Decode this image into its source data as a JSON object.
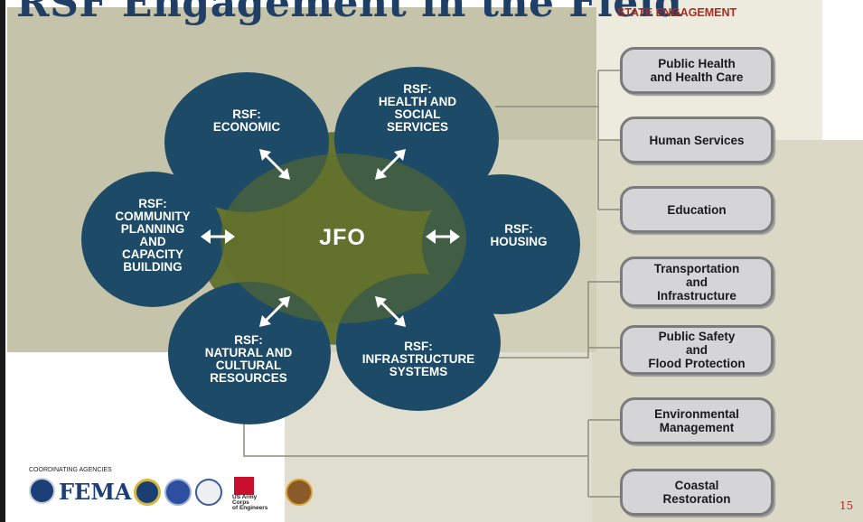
{
  "title": "RSF Engagement in the Field",
  "state_engagement_label": "STATE ENGAGEMENT",
  "center_label": "JFO",
  "rsfs": {
    "economic": "RSF:\nECONOMIC",
    "health": "RSF:\nHEALTH AND\nSOCIAL\nSERVICES",
    "community": "RSF:\nCOMMUNITY\nPLANNING\nAND\nCAPACITY\nBUILDING",
    "housing": "RSF:\nHOUSING",
    "natural": "RSF:\nNATURAL AND\nCULTURAL\nRESOURCES",
    "infrastructure": "RSF:\nINFRASTRUCTURE\nSYSTEMS"
  },
  "state_boxes": [
    "Public Health\nand Health Care",
    "Human Services",
    "Education",
    "Transportation\nand\nInfrastructure",
    "Public Safety\nand\nFlood Protection",
    "Environmental\nManagement",
    "Coastal\nRestoration"
  ],
  "footer": {
    "agencies_label": "COORDINATING AGENCIES",
    "fema_text": "FEMA",
    "usace_text": "US Army Corps\nof Engineers",
    "page_number": "15"
  },
  "colors": {
    "bubble": "#1d4a66",
    "center": "#5f6e28",
    "title": "#1f3f66",
    "accent_red": "#b22a1e",
    "box_fill": "#d5d5d7"
  }
}
